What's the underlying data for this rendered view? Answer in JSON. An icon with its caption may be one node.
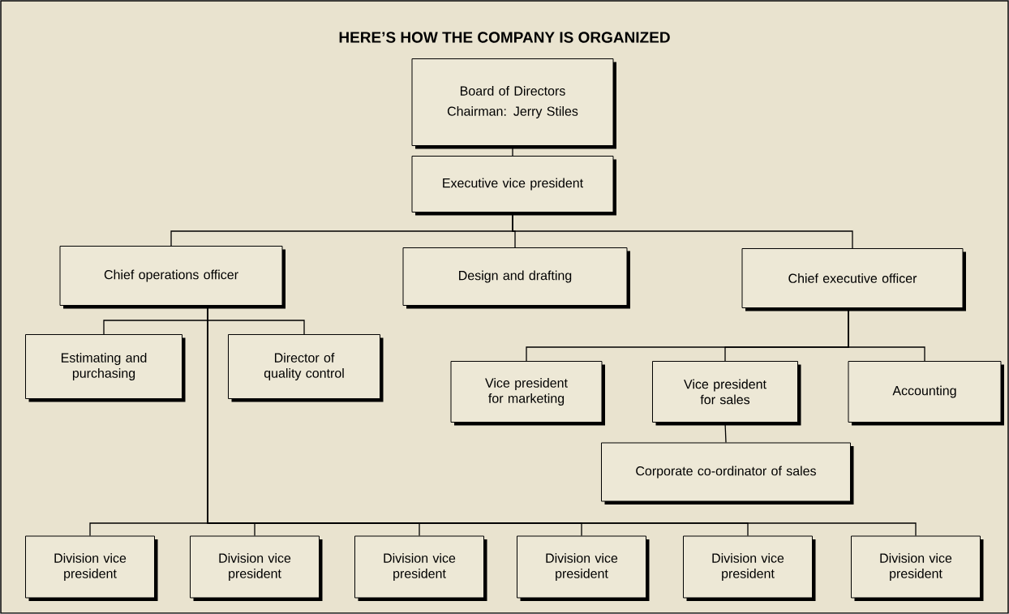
{
  "diagram": {
    "title": "HERE’S HOW THE COMPANY IS ORGANIZED",
    "nodes": [
      {
        "text": [
          "Board of Directors",
          "Chairman: Jerry Stiles"
        ]
      },
      {
        "text": [
          "Executive vice president"
        ]
      },
      {
        "text": [
          "Chief operations officer"
        ]
      },
      {
        "text": [
          "Design and drafting"
        ]
      },
      {
        "text": [
          "Chief executive officer"
        ]
      },
      {
        "text": [
          "Estimating and purchasing"
        ]
      },
      {
        "text": [
          "Director of quality control"
        ]
      },
      {
        "text": [
          "Vice president for marketing"
        ]
      },
      {
        "text": [
          "Vice president for sales"
        ]
      },
      {
        "text": [
          "Accounting"
        ]
      },
      {
        "text": [
          "Corporate co-ordinator of sales"
        ]
      },
      {
        "text": [
          "Division vice president"
        ]
      },
      {
        "text": [
          "Division vice president"
        ]
      },
      {
        "text": [
          "Division vice president"
        ]
      },
      {
        "text": [
          "Division vice president"
        ]
      },
      {
        "text": [
          "Division vice president"
        ]
      },
      {
        "text": [
          "Division vice president"
        ]
      }
    ],
    "edges": [
      {
        "from": 0,
        "to": 1,
        "arrow": "none"
      },
      {
        "from": 1,
        "to": 2,
        "arrow": "none"
      },
      {
        "from": 1,
        "to": 3,
        "arrow": "none"
      },
      {
        "from": 1,
        "to": 4,
        "arrow": "none"
      },
      {
        "from": 2,
        "to": 5,
        "arrow": "none"
      },
      {
        "from": 2,
        "to": 6,
        "arrow": "none"
      },
      {
        "from": 2,
        "to": 11,
        "arrow": "none"
      },
      {
        "from": 2,
        "to": 12,
        "arrow": "none"
      },
      {
        "from": 2,
        "to": 13,
        "arrow": "none"
      },
      {
        "from": 2,
        "to": 14,
        "arrow": "none"
      },
      {
        "from": 2,
        "to": 15,
        "arrow": "none"
      },
      {
        "from": 2,
        "to": 16,
        "arrow": "none"
      },
      {
        "from": 4,
        "to": 7,
        "arrow": "none"
      },
      {
        "from": 4,
        "to": 8,
        "arrow": "none"
      },
      {
        "from": 4,
        "to": 9,
        "arrow": "none"
      },
      {
        "from": 8,
        "to": 10,
        "arrow": "none"
      }
    ]
  }
}
